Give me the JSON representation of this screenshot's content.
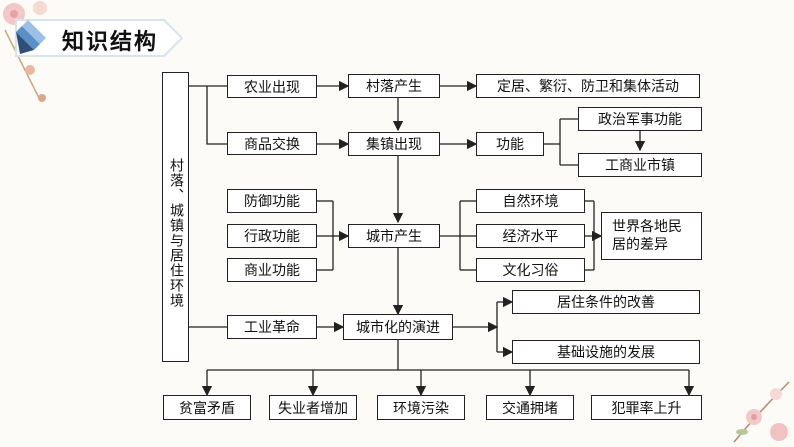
{
  "title": "知识结构",
  "left_label": "村落、城镇与居住环境",
  "nodes": {
    "agri": "农业出现",
    "trade": "商品交换",
    "village": "村落产生",
    "town": "集镇出现",
    "settle": "定居、繁衍、防卫和集体活动",
    "function": "功能",
    "polmil": "政治军事功能",
    "industown": "工商业市镇",
    "defense": "防御功能",
    "admin": "行政功能",
    "commerce": "商业功能",
    "city": "城市产生",
    "nature": "自然环境",
    "economy": "经济水平",
    "culture": "文化习俗",
    "diff": "世界各地民居的差异",
    "indrev": "工业革命",
    "urban": "城市化的演进",
    "living": "居住条件的改善",
    "infra": "基础设施的发展",
    "gap": "贫富矛盾",
    "unemp": "失业者增加",
    "pollution": "环境污染",
    "traffic": "交通拥堵",
    "crime": "犯罪率上升"
  }
}
